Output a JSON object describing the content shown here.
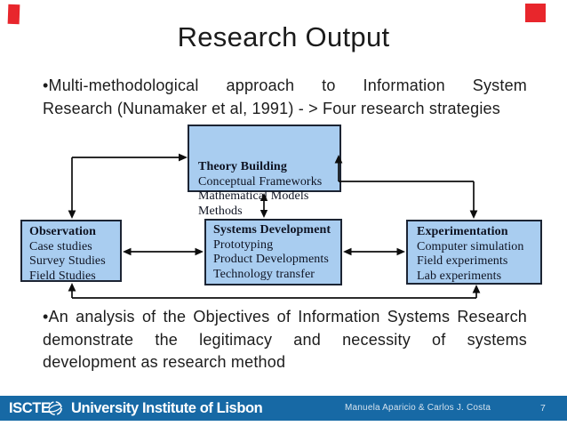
{
  "slide": {
    "title": "Research Output",
    "bullet1_lines": [
      "•Multi-methodological approach to Information System",
      "Research (Nunamaker et al, 1991) - > Four research strategies"
    ],
    "bullet2_lines": [
      "•An analysis of the Objectives of Information Systems Research",
      "demonstrate the legitimacy and necessity of systems",
      "development as research method"
    ]
  },
  "diagram": {
    "theory": {
      "title": "Theory Building",
      "lines": [
        "Conceptual Frameworks",
        "Mathematical Models",
        "Methods"
      ]
    },
    "observation": {
      "title": "Observation",
      "lines": [
        "Case studies",
        "Survey Studies",
        "Field Studies"
      ]
    },
    "systems": {
      "title": "Systems Development",
      "lines": [
        "Prototyping",
        "Product Developments",
        "Technology transfer"
      ]
    },
    "experimentation": {
      "title": "Experimentation",
      "lines": [
        "Computer simulation",
        "Field experiments",
        "Lab experiments"
      ]
    }
  },
  "footer": {
    "brand": "ISCTE",
    "institute": "University Institute of Lisbon",
    "authors": "Manuela Aparicio & Carlos J. Costa",
    "page_number": "7",
    "logo_icon": "globe-icon"
  },
  "colors": {
    "box_fill": "#a9cdf0",
    "box_border": "#1c2433",
    "footer_bar": "#1769a5",
    "corner_mark_red": "#e8262c",
    "body_text": "#1c1c1c"
  }
}
